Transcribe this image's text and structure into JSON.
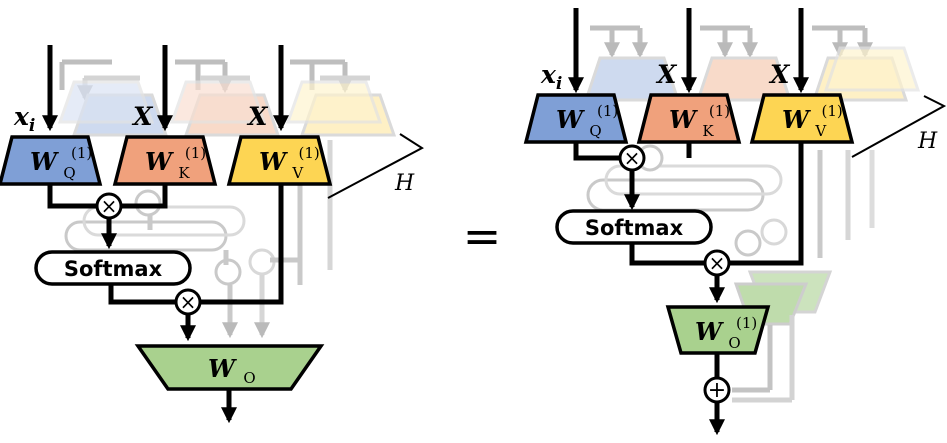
{
  "left": {
    "inputs": {
      "q": "x",
      "q_sub": "i",
      "k": "X",
      "v": "X"
    },
    "weights": {
      "q": {
        "main": "W",
        "sub": "Q",
        "sup": "(1)"
      },
      "k": {
        "main": "W",
        "sub": "K",
        "sup": "(1)"
      },
      "v": {
        "main": "W",
        "sub": "V",
        "sup": "(1)"
      },
      "o": {
        "main": "W",
        "sub": "O"
      }
    },
    "softmax": "Softmax",
    "heads": "H"
  },
  "equals": "=",
  "right": {
    "inputs": {
      "q": "x",
      "q_sub": "i",
      "k": "X",
      "v": "X"
    },
    "weights": {
      "q": {
        "main": "W",
        "sub": "Q",
        "sup": "(1)"
      },
      "k": {
        "main": "W",
        "sub": "K",
        "sup": "(1)"
      },
      "v": {
        "main": "W",
        "sub": "V",
        "sup": "(1)"
      },
      "o": {
        "main": "W",
        "sub": "O",
        "sup": "(1)"
      }
    },
    "softmax": "Softmax",
    "heads": "H"
  },
  "operators": {
    "multiply": "×",
    "add": "+"
  },
  "colors": {
    "q_fill": "#7f9fd6",
    "k_fill": "#f0a17c",
    "v_fill": "#fdd553",
    "o_fill": "#a9d18e",
    "line": "#000000",
    "ghost_line": "#b3b3b3"
  }
}
